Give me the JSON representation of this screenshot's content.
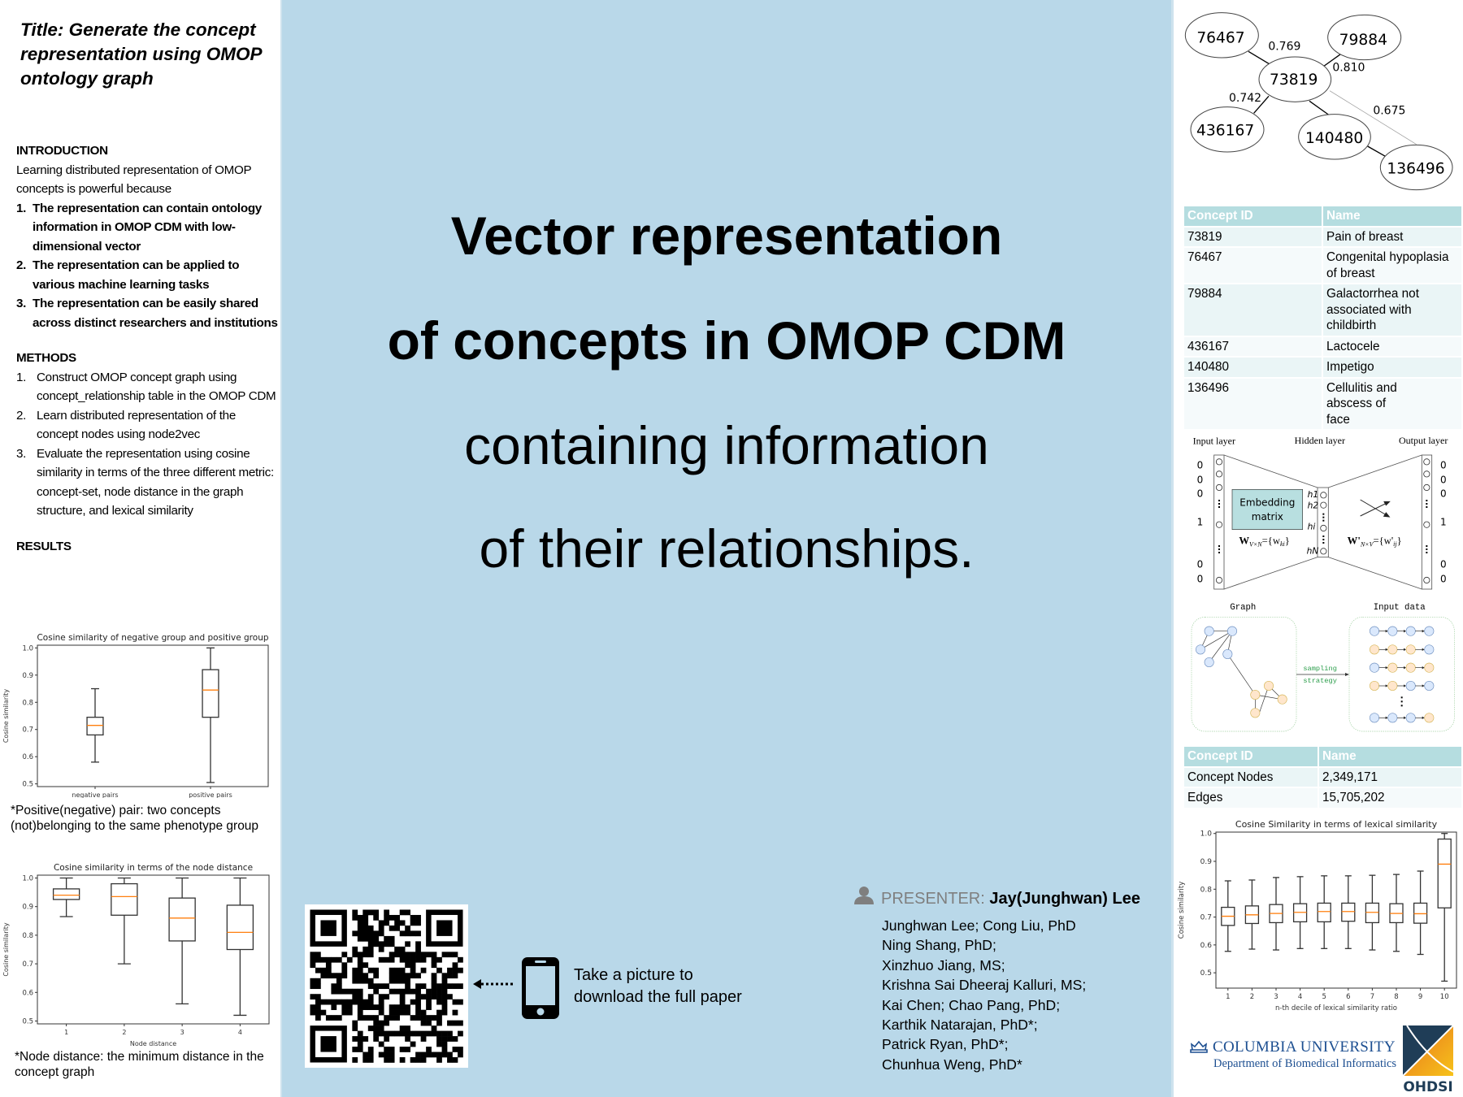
{
  "left": {
    "title": "Title: Generate the concept representation using OMOP ontology graph",
    "introduction": {
      "heading": "INTRODUCTION",
      "text": "Learning distributed representation of OMOP concepts is powerful because",
      "items": [
        "The representation can contain ontology information in OMOP CDM with low-dimensional vector",
        "The representation can be applied to various machine learning tasks",
        "The representation can be easily shared across distinct researchers and institutions"
      ]
    },
    "methods": {
      "heading": "METHODS",
      "items": [
        "Construct OMOP concept graph using concept_relationship table in the OMOP CDM",
        "Learn distributed representation of the concept nodes using node2vec",
        "Evaluate the representation using cosine similarity in terms of the three different metric: concept-set, node distance in the graph structure, and lexical similarity"
      ]
    },
    "results": {
      "heading": "RESULTS"
    },
    "footnote1": "*Positive(negative) pair: two concepts (not)belonging to the same phenotype group",
    "footnote2": "*Node distance: the minimum distance in the concept graph"
  },
  "center": {
    "headline": [
      "Vector representation",
      "of concepts in OMOP CDM",
      "containing information",
      "of their relationships."
    ],
    "qr_hint": [
      "Take a picture to",
      "download the full paper"
    ],
    "presenter_label": "PRESENTER:",
    "presenter_name": "Jay(Junghwan) Lee",
    "authors": [
      "Junghwan Lee; Cong Liu, PhD",
      "Ning Shang, PhD;",
      "Xinzhuo Jiang, MS;",
      "Krishna Sai Dheeraj Kalluri, MS;",
      "Kai Chen; Chao Pang, PhD;",
      "Karthik Natarajan, PhD*;",
      "Patrick Ryan, PhD*;",
      "Chunhua Weng, PhD*"
    ]
  },
  "right": {
    "graph": {
      "nodes": [
        "76467",
        "79884",
        "73819",
        "436167",
        "140480",
        "136496"
      ],
      "edges": [
        "0.769",
        "0.810",
        "0.742",
        "0.675"
      ]
    },
    "concept_table": {
      "headers": [
        "Concept ID",
        "Name"
      ],
      "rows": [
        [
          "73819",
          "Pain of breast"
        ],
        [
          "76467",
          "Congenital hypoplasia of breast"
        ],
        [
          "79884",
          "Galactorrhea not associated with childbirth"
        ],
        [
          "436167",
          "Lactocele"
        ],
        [
          "140480",
          "Impetigo"
        ],
        [
          "136496",
          "Cellulitis and abscess of face"
        ]
      ]
    },
    "nn": {
      "input_label": "Input layer",
      "hidden_label": "Hidden layer",
      "output_label": "Output layer",
      "vector": [
        "0",
        "0",
        "0",
        "1",
        "0",
        "0"
      ],
      "embedding": [
        "Embedding",
        "matrix"
      ],
      "w": "W",
      "w_sub": "V×N",
      "w_eq": "={w",
      "w_eq_sub": "ki",
      "w_eq_end": "}",
      "wp": "W'",
      "wp_sub": "N×V",
      "wp_eq": "={w'",
      "wp_eq_sub": "ij",
      "wp_eq_end": "}",
      "h": [
        "h1",
        "h2",
        "hi",
        "hN"
      ],
      "graph_label": "Graph",
      "input_data_label": "Input data",
      "sampling": [
        "sampling",
        "strategy"
      ]
    },
    "stats_table": {
      "headers": [
        "Concept ID",
        "Name"
      ],
      "rows": [
        [
          "Concept Nodes",
          "2,349,171"
        ],
        [
          "Edges",
          "15,705,202"
        ]
      ]
    },
    "logos": {
      "columbia": "COLUMBIA UNIVERSITY",
      "columbia_dept": "Department of Biomedical Informatics",
      "ohdsi": "OHDSI"
    }
  },
  "colors": {
    "center_bg": "#b9d8e9",
    "table_header": "#b5dde0",
    "median": "#ff7f0e",
    "node_blue": "#dae8fc",
    "node_orange": "#ffe6cc"
  },
  "chart_data": [
    {
      "type": "boxplot",
      "title": "Cosine similarity of negative group and positive group",
      "xlabel": "",
      "ylabel": "Cosine similarity",
      "categories": [
        "negative pairs",
        "positive pairs"
      ],
      "yticks": [
        "0.5",
        "0.6",
        "0.7",
        "0.8",
        "0.9",
        "1.0"
      ],
      "ylim": [
        0.49,
        1.01
      ],
      "boxes": [
        {
          "whislo": 0.58,
          "q1": 0.68,
          "med": 0.715,
          "q3": 0.745,
          "whishi": 0.85
        },
        {
          "whislo": 0.505,
          "q1": 0.745,
          "med": 0.845,
          "q3": 0.92,
          "whishi": 1.0
        }
      ]
    },
    {
      "type": "boxplot",
      "title": "Cosine similarity in terms of the node distance",
      "xlabel": "Node distance",
      "ylabel": "Cosine similarity",
      "categories": [
        "1",
        "2",
        "3",
        "4"
      ],
      "yticks": [
        "0.5",
        "0.6",
        "0.7",
        "0.8",
        "0.9",
        "1.0"
      ],
      "ylim": [
        0.49,
        1.01
      ],
      "boxes": [
        {
          "whislo": 0.865,
          "q1": 0.925,
          "med": 0.94,
          "q3": 0.962,
          "whishi": 1.0
        },
        {
          "whislo": 0.7,
          "q1": 0.87,
          "med": 0.935,
          "q3": 0.98,
          "whishi": 1.0
        },
        {
          "whislo": 0.56,
          "q1": 0.78,
          "med": 0.86,
          "q3": 0.93,
          "whishi": 1.0
        },
        {
          "whislo": 0.52,
          "q1": 0.75,
          "med": 0.81,
          "q3": 0.905,
          "whishi": 1.0
        }
      ]
    },
    {
      "type": "boxplot",
      "title": "Cosine Similarity in terms of lexical similarity",
      "xlabel": "n-th decile of lexical similarity ratio",
      "ylabel": "Cosine similarity",
      "categories": [
        "1",
        "2",
        "3",
        "4",
        "5",
        "6",
        "7",
        "8",
        "9",
        "10"
      ],
      "yticks": [
        "0.5",
        "0.6",
        "0.7",
        "0.8",
        "0.9",
        "1.0"
      ],
      "ylim": [
        0.445,
        1.005
      ],
      "boxes": [
        {
          "whislo": 0.577,
          "q1": 0.67,
          "med": 0.703,
          "q3": 0.735,
          "whishi": 0.83
        },
        {
          "whislo": 0.585,
          "q1": 0.677,
          "med": 0.708,
          "q3": 0.74,
          "whishi": 0.833
        },
        {
          "whislo": 0.582,
          "q1": 0.68,
          "med": 0.713,
          "q3": 0.745,
          "whishi": 0.842
        },
        {
          "whislo": 0.587,
          "q1": 0.683,
          "med": 0.717,
          "q3": 0.748,
          "whishi": 0.845
        },
        {
          "whislo": 0.587,
          "q1": 0.683,
          "med": 0.72,
          "q3": 0.75,
          "whishi": 0.848
        },
        {
          "whislo": 0.587,
          "q1": 0.685,
          "med": 0.72,
          "q3": 0.75,
          "whishi": 0.848
        },
        {
          "whislo": 0.582,
          "q1": 0.68,
          "med": 0.717,
          "q3": 0.75,
          "whishi": 0.85
        },
        {
          "whislo": 0.577,
          "q1": 0.68,
          "med": 0.713,
          "q3": 0.748,
          "whishi": 0.853
        },
        {
          "whislo": 0.566,
          "q1": 0.678,
          "med": 0.712,
          "q3": 0.75,
          "whishi": 0.865
        },
        {
          "whislo": 0.47,
          "q1": 0.733,
          "med": 0.89,
          "q3": 0.98,
          "whishi": 1.0
        }
      ]
    }
  ]
}
